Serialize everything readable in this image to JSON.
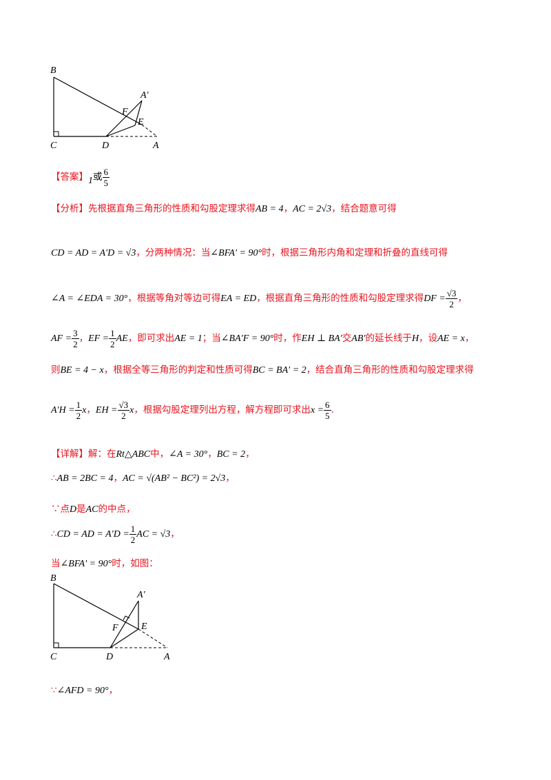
{
  "figure1": {
    "labels": {
      "B": "B",
      "A_prime": "A′",
      "F": "F",
      "E": "E",
      "C": "C",
      "D": "D",
      "A": "A"
    }
  },
  "answer": {
    "tag": "【答案】",
    "text_a": "1",
    "text_or": "或",
    "frac_num": "6",
    "frac_den": "5"
  },
  "analysis": {
    "tag": "【分析】",
    "l1": {
      "t1": "先根据直角三角形的性质和勾股定理求得",
      "m1": "AB = 4",
      "t2": "，",
      "m2": "AC = 2√3",
      "t3": "，结合题意可得"
    },
    "l2": {
      "m1": "CD = AD = A′D = √3",
      "t1": "，分两种情况：当",
      "m2": "∠BFA′ = 90°",
      "t2": "时，根据三角形内角和定理和折叠的直线可得"
    },
    "l3": {
      "m1": "∠A = ∠EDA = 30°",
      "t1": "，根据等角对等边可得",
      "m2": "EA = ED",
      "t2": "，根据直角三角形的性质和勾股定理求得",
      "m3": "DF =",
      "f_num": "√3",
      "f_den": "2",
      "t3": "，"
    },
    "l4": {
      "m1": "AF =",
      "f1_num": "3",
      "f1_den": "2",
      "t1": "，",
      "m2": "EF =",
      "f2_num": "1",
      "f2_den": "2",
      "m3": "AE",
      "t2": "，即可求出",
      "m4": "AE = 1",
      "t3": "；当",
      "m5": "∠BA′F = 90°",
      "t4": "时，作",
      "m6": "EH ⊥ BA′",
      "t5": "交",
      "m7": "AB′",
      "t6": "的延长线于",
      "m8": "H",
      "t7": "，设",
      "m9": "AE = x",
      "t8": "，"
    },
    "l5": {
      "t1": "则",
      "m1": "BE = 4 − x",
      "t2": "，根据全等三角形的判定和性质可得",
      "m2": "BC = BA′ = 2",
      "t3": "，结合直角三角形的性质和勾股定理求得"
    },
    "l6": {
      "m1": "A′H =",
      "f1_num": "1",
      "f1_den": "2",
      "m2": "x",
      "t1": "，",
      "m3": "EH =",
      "f2_num": "√3",
      "f2_den": "2",
      "m4": "x",
      "t2": "，根据勾股定理列出方程，解方程即可求出",
      "m5": "x =",
      "f3_num": "6",
      "f3_den": "5",
      "t3": "."
    }
  },
  "detail": {
    "tag": "【详解】",
    "l1": {
      "t1": "解：在",
      "m1": "Rt△ABC",
      "t2": "中，",
      "m2": "∠A = 30°",
      "t3": "，",
      "m3": "BC = 2",
      "t4": "，"
    },
    "l2": {
      "sym": "∴",
      "m1": "AB = 2BC = 4",
      "t1": "，",
      "m2": "AC = √(AB² − BC²) = 2√3",
      "t2": "，"
    },
    "l3": {
      "sym": "∵",
      "t1": "点",
      "m1": "D",
      "t2": "是",
      "m2": "AC",
      "t3": "的中点，"
    },
    "l4": {
      "sym": "∴",
      "m1": "CD = AD = A′D =",
      "f_num": "1",
      "f_den": "2",
      "m2": "AC = √3",
      "t1": "，"
    },
    "l5": {
      "t1": "当",
      "m1": "∠BFA′ = 90°",
      "t2": "时，如图："
    }
  },
  "figure2": {
    "labels": {
      "B": "B",
      "A_prime": "A′",
      "F": "F",
      "E": "E",
      "C": "C",
      "D": "D",
      "A": "A"
    }
  },
  "last": {
    "sym": "∵",
    "m1": "∠AFD = 90°",
    "t1": "，"
  }
}
